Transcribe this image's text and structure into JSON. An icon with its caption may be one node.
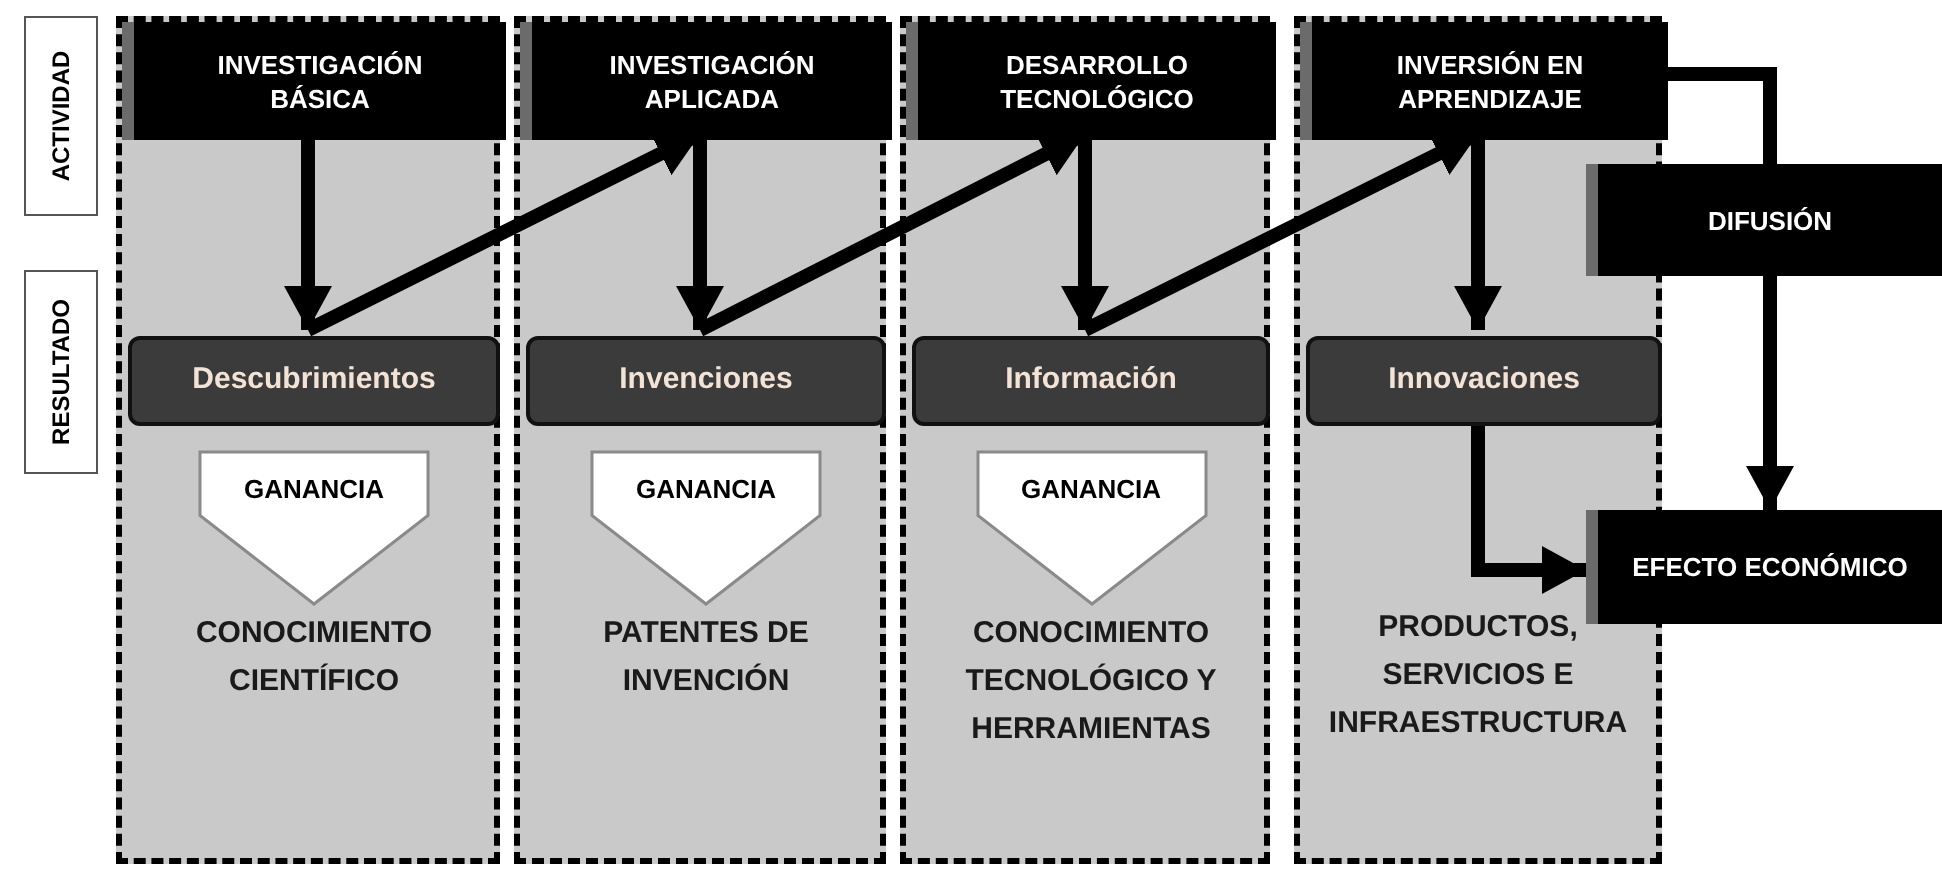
{
  "diagram": {
    "nodes": [
      {
        "text": [
          "ACTIVIDAD"
        ]
      },
      {
        "text": [
          "RESULTADO"
        ]
      },
      {
        "text": [],
        "shape": "box"
      },
      {
        "text": [
          "INVESTIGACIÓN BÁSICA"
        ],
        "in": 2
      },
      {
        "text": [
          "Descubrimientos"
        ],
        "in": 2
      },
      {
        "text": [
          "GANANCIA"
        ],
        "in": 2,
        "beside": [
          "CONOCIMIENTO CIENTÍFICO"
        ]
      },
      {
        "text": [],
        "shape": "box"
      },
      {
        "text": [
          "INVESTIGACIÓN APLICADA"
        ],
        "in": 6
      },
      {
        "text": [
          "Invenciones"
        ],
        "in": 6
      },
      {
        "text": [
          "GANANCIA"
        ],
        "in": 6,
        "beside": [
          "PATENTES DE INVENCIÓN"
        ]
      },
      {
        "text": [],
        "shape": "box"
      },
      {
        "text": [
          "DESARROLLO TECNOLÓGICO"
        ],
        "in": 10
      },
      {
        "text": [
          "Información"
        ],
        "in": 10
      },
      {
        "text": [
          "GANANCIA"
        ],
        "in": 10,
        "beside": [
          "CONOCIMIENTO TECNOLÓGICO Y HERRAMIENTAS"
        ]
      },
      {
        "text": [],
        "shape": "box"
      },
      {
        "text": [
          "INVERSIÓN EN APRENDIZAJE"
        ],
        "in": 14
      },
      {
        "text": [
          "Innovaciones"
        ],
        "in": 14
      },
      {
        "text": [
          "DIFUSIÓN"
        ]
      },
      {
        "text": [
          "EFECTO ECONÓMICO"
        ]
      }
    ],
    "edges": [
      {
        "from": 3,
        "to": 4,
        "arrow": "to"
      },
      {
        "from": 4,
        "to": 7,
        "arrow": "to"
      },
      {
        "from": 7,
        "to": 8,
        "arrow": "to"
      },
      {
        "from": 8,
        "to": 11,
        "arrow": "to"
      },
      {
        "from": 11,
        "to": 12,
        "arrow": "to"
      },
      {
        "from": 12,
        "to": 15,
        "arrow": "to"
      },
      {
        "from": 15,
        "to": 16,
        "arrow": "to"
      },
      {
        "from": 15,
        "to": 17,
        "arrow": "none"
      },
      {
        "from": 17,
        "to": 18,
        "arrow": "to"
      },
      {
        "from": 16,
        "to": 18,
        "arrow": "to"
      }
    ],
    "labels": [
      "PRODUCTOS, SERVICIOS E INFRAESTRUCTURA"
    ]
  }
}
